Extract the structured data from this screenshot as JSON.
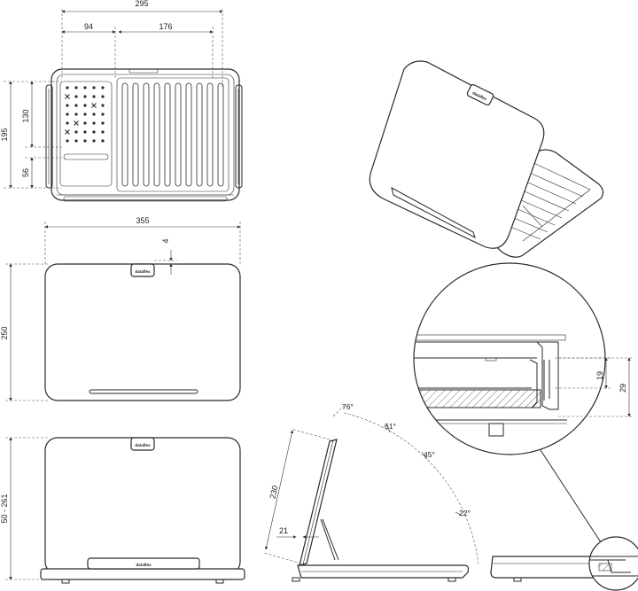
{
  "brand": "dataflex",
  "top_view": {
    "width_total": "295",
    "width_left": "94",
    "width_right": "176",
    "height_total": "195",
    "height_upper": "130",
    "height_lower": "56"
  },
  "front_view_closed": {
    "width": "355",
    "height": "250",
    "tab_offset": "4"
  },
  "front_view_open": {
    "height_range": "50 - 261"
  },
  "side_view": {
    "lid_length": "230",
    "support_offset": "21",
    "angles": [
      "76°",
      "61°",
      "45°",
      "22°"
    ]
  },
  "detail_view": {
    "inner_height": "19",
    "outer_height": "29"
  }
}
